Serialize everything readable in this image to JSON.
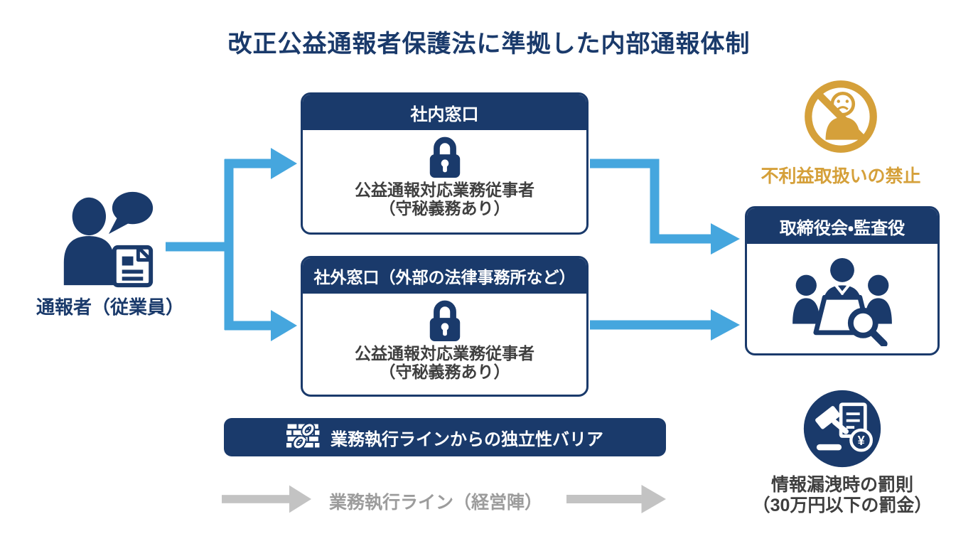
{
  "title": "改正公益通報者保護法に準拠した内部通報体制",
  "colors": {
    "navy": "#1a3a6b",
    "light_blue_arrow": "#45a6de",
    "orange": "#d5a03a",
    "gray_arrow": "#c3c3c3",
    "gray_text": "#9c9c9c",
    "body_text": "#3f3f3f",
    "background": "#ffffff"
  },
  "reporter": {
    "label": "通報者（従業員）",
    "icon": "person-with-speech-bubble-and-document-icon"
  },
  "internal_window": {
    "header": "社内窓口",
    "icon": "lock-icon",
    "body_line1": "公益通報対応業務従事者",
    "body_line2": "（守秘義務あり）"
  },
  "external_window": {
    "header": "社外窓口（外部の法律事務所など）",
    "icon": "lock-icon",
    "body_line1": "公益通報対応業務従事者",
    "body_line2": "（守秘義務あり）"
  },
  "board": {
    "header": "取締役会・監査役",
    "icon": "board-meeting-with-magnifier-icon"
  },
  "prohibition": {
    "label": "不利益取扱いの禁止",
    "icon": "prohibited-sad-person-icon"
  },
  "penalty": {
    "line1": "情報漏洩時の罰則",
    "line2": "（30万円以下の罰金）",
    "currency": "¥",
    "icon": "gavel-document-fine-icon"
  },
  "independence_barrier": {
    "label": "業務執行ラインからの独立性バリア",
    "icon": "brick-wall-broken-chain-icon"
  },
  "executive_line": {
    "label": "業務執行ライン（経営陣）"
  }
}
